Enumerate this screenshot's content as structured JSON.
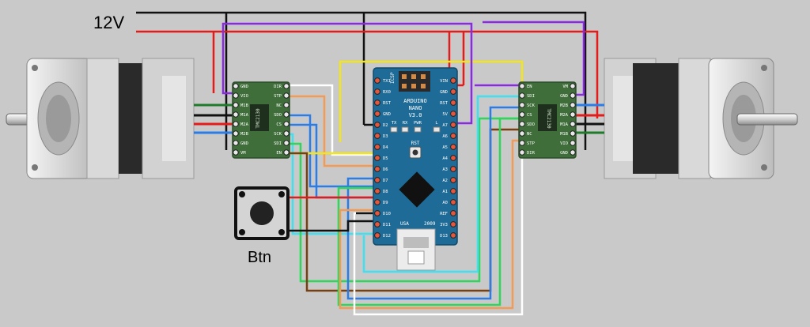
{
  "power": {
    "label": "12V"
  },
  "button": {
    "label": "Btn"
  },
  "arduino": {
    "brand": "ARDUINO",
    "model": "NANO",
    "version": "V3.0",
    "icsp": "ICSP",
    "rst": "RST",
    "usa": "USA",
    "year": "2009",
    "leds": [
      "TX",
      "RX",
      "PWR",
      "L"
    ],
    "left_pins": [
      "TX1",
      "RX0",
      "RST",
      "GND",
      "D2",
      "D3",
      "D4",
      "D5",
      "D6",
      "D7",
      "D8",
      "D9",
      "D10",
      "D11",
      "D12"
    ],
    "right_pins": [
      "VIN",
      "GND",
      "RST",
      "5V",
      "A7",
      "A6",
      "A5",
      "A4",
      "A3",
      "A2",
      "A1",
      "A0",
      "REF",
      "3V3",
      "D13"
    ]
  },
  "drivers": {
    "left_pins": [
      "GND",
      "VIO",
      "M1B",
      "M1A",
      "M2A",
      "M2B",
      "GND",
      "VM"
    ],
    "left_right_pins": [
      "DIR",
      "STP",
      "NC",
      "SDO",
      "CS",
      "SCK",
      "SDI",
      "EN"
    ],
    "right_pins_left": [
      "EN",
      "SDI",
      "SCK",
      "CS",
      "SDO",
      "NC",
      "STP",
      "DIR"
    ],
    "right_pins_right": [
      "VM",
      "GND",
      "M2B",
      "M2A",
      "M1A",
      "M1B",
      "VIO",
      "GND"
    ],
    "chip": "TMC2130"
  },
  "colors": {
    "black": "#111111",
    "red": "#e31b1b",
    "purple": "#8a2be2",
    "yellow": "#f4e51b",
    "white": "#ffffff",
    "orange": "#f39a55",
    "cyan": "#3fe0f0",
    "green": "#2fd65a",
    "blue": "#2a7de8",
    "brown": "#7a3f10",
    "darkgreen": "#1f7a2a",
    "board": "#1d6b96",
    "driver": "#3f6e3a"
  }
}
